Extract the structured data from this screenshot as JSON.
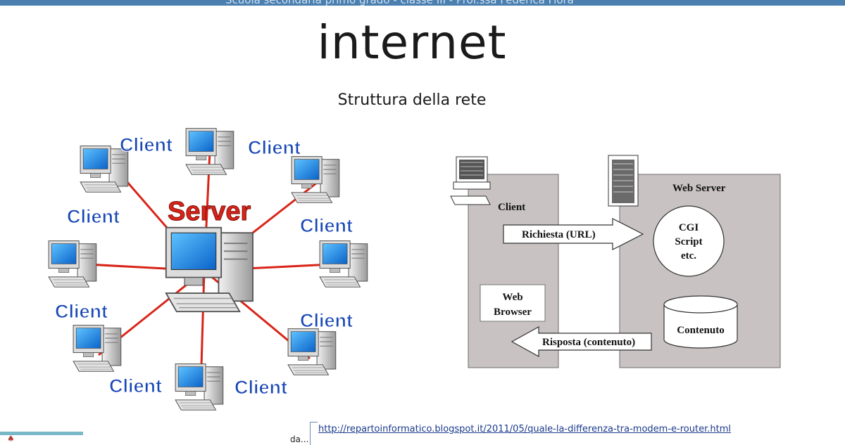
{
  "header": {
    "band_text": "Scuola secondaria primo grado - classe III - Prof.ssa Federica Fiora"
  },
  "slide": {
    "title": "internet",
    "subtitle": "Struttura della rete"
  },
  "network_diagram": {
    "center_label": "Server",
    "client_label": "Client"
  },
  "web_diagram": {
    "client_label": "Client",
    "server_label": "Web Server",
    "request_label": "Richiesta (URL)",
    "response_label": "Risposta (contenuto)",
    "browser_line1": "Web",
    "browser_line2": "Browser",
    "cgi_line1": "CGI",
    "cgi_line2": "Script",
    "cgi_line3": "etc.",
    "content_label": "Contenuto"
  },
  "footer": {
    "source_prefix": "da...",
    "source_url": "http://repartoinformatico.blogspot.it/2011/05/quale-la-differenza-tra-modem-e-router.html"
  },
  "colors": {
    "link_red": "#d92418",
    "label_blue": "#1747b6",
    "panel_gray": "#c8c2c2"
  }
}
